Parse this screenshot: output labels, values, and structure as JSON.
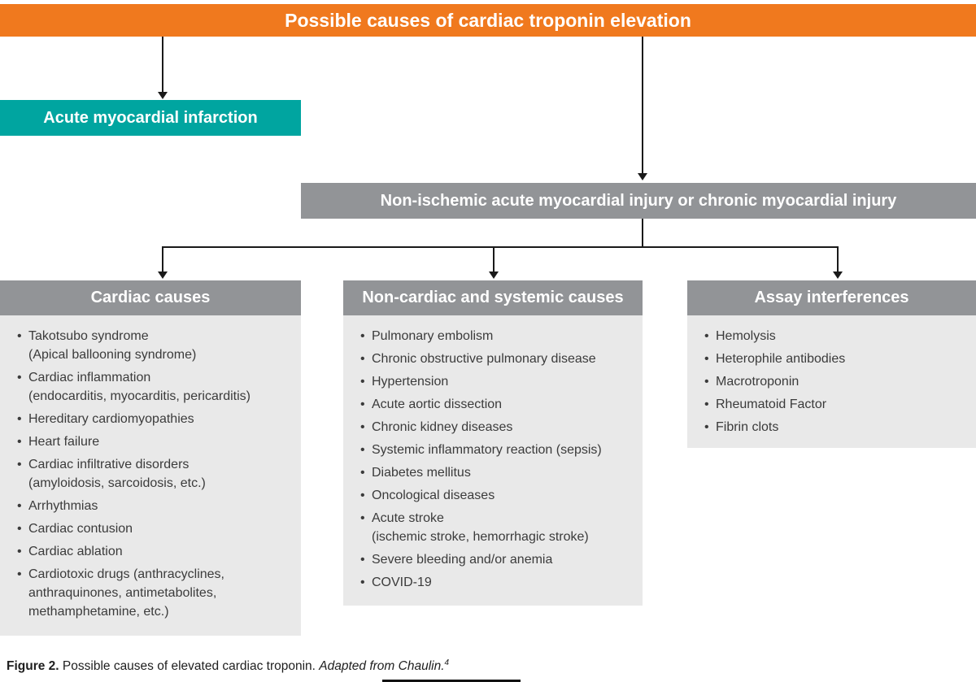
{
  "banner": {
    "title": "Possible causes of cardiac troponin elevation"
  },
  "ami_box": {
    "label": "Acute myocardial infarction"
  },
  "injury_bar": {
    "label": "Non-ischemic acute myocardial injury or chronic myocardial injury"
  },
  "columns": [
    {
      "header": "Cardiac causes",
      "items": [
        "Takotsubo syndrome\n(Apical ballooning syndrome)",
        "Cardiac inflammation\n(endocarditis, myocarditis, pericarditis)",
        "Hereditary cardiomyopathies",
        "Heart failure",
        "Cardiac infiltrative disorders\n(amyloidosis, sarcoidosis, etc.)",
        "Arrhythmias",
        "Cardiac contusion",
        "Cardiac ablation",
        "Cardiotoxic drugs (anthracyclines,\nanthraquinones, antimetabolites,\nmethamphetamine, etc.)"
      ]
    },
    {
      "header": "Non-cardiac and systemic causes",
      "items": [
        "Pulmonary embolism",
        "Chronic obstructive pulmonary disease",
        "Hypertension",
        "Acute aortic dissection",
        "Chronic kidney diseases",
        "Systemic inflammatory reaction (sepsis)",
        "Diabetes mellitus",
        "Oncological diseases",
        "Acute stroke\n(ischemic stroke, hemorrhagic stroke)",
        "Severe bleeding and/or anemia",
        "COVID-19"
      ]
    },
    {
      "header": "Assay interferences",
      "items": [
        "Hemolysis",
        "Heterophile antibodies",
        "Macrotroponin",
        "Rheumatoid Factor",
        "Fibrin clots"
      ]
    }
  ],
  "caption": {
    "label": "Figure 2.",
    "body": "Possible causes of elevated cardiac troponin.",
    "credit": "Adapted from Chaulin.",
    "ref": "4"
  },
  "colors": {
    "orange": "#F0791E",
    "teal": "#00A5A0",
    "gray_header": "#929497",
    "gray_body": "#E9E9E9"
  }
}
